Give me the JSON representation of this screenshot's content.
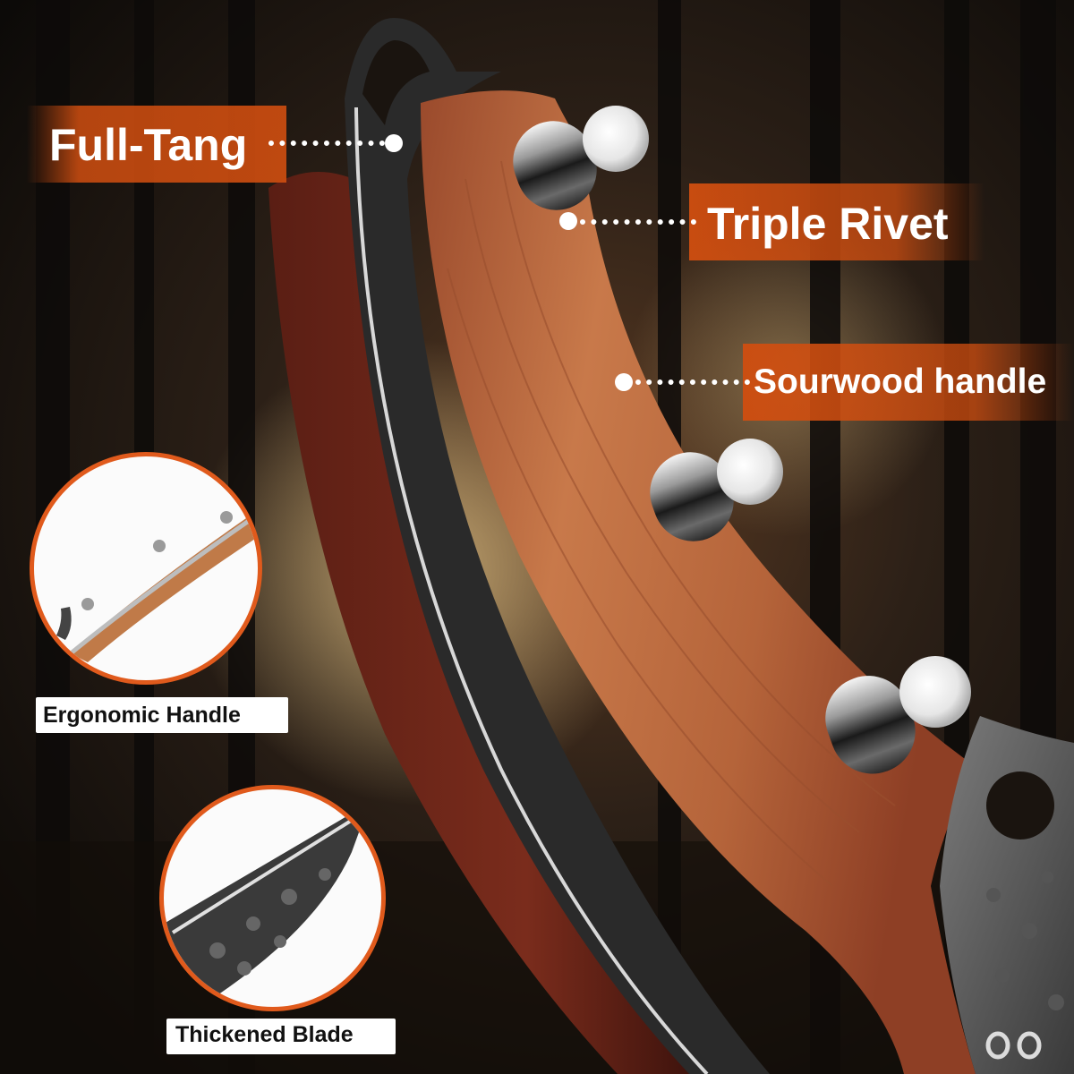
{
  "callouts": {
    "full_tang": "Full-Tang",
    "triple_rivet": "Triple Rivet",
    "handle_material": "Sourwood handle"
  },
  "features": [
    {
      "label": "Ergonomic Handle",
      "icon": "curved-knife-handle-photo"
    },
    {
      "label": "Thickened Blade",
      "icon": "hammered-blade-tip-photo"
    }
  ],
  "colors": {
    "accent": "#d04e10",
    "ring": "#e05a1c",
    "wood": "#b5643a",
    "blade": "#2d2d2d"
  }
}
